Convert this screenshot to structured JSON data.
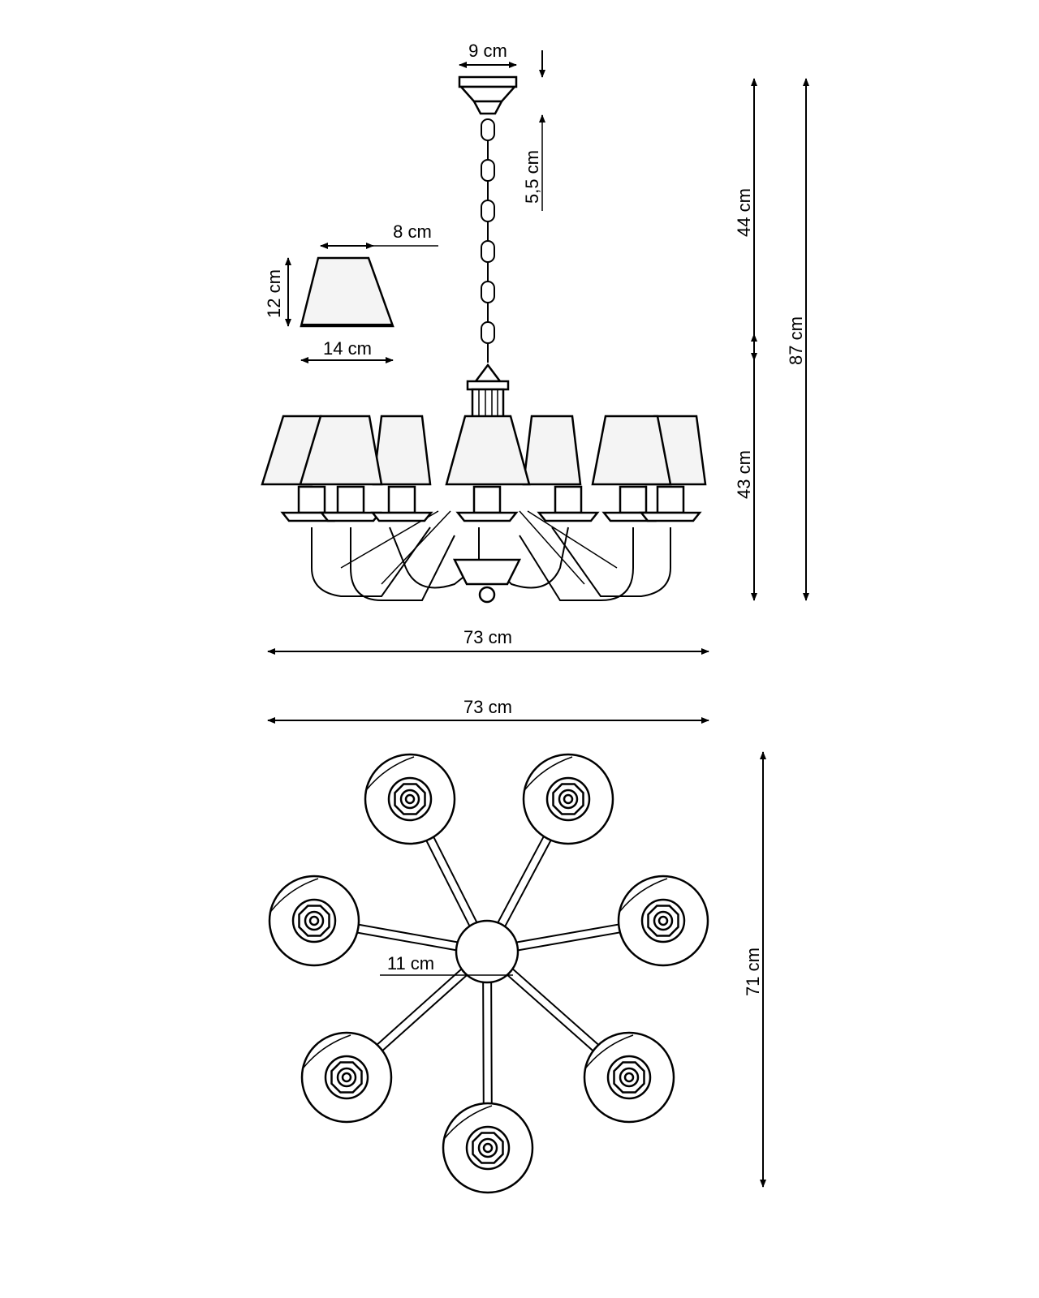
{
  "dimensions": {
    "canopy_width": "9 cm",
    "canopy_height": "5,5 cm",
    "shade_top": "8 cm",
    "shade_height": "12 cm",
    "shade_bottom": "14 cm",
    "chain_length": "44 cm",
    "body_height": "43 cm",
    "total_height": "87 cm",
    "front_width": "73 cm",
    "top_width": "73 cm",
    "hub_diameter": "11 cm",
    "top_depth": "71 cm"
  }
}
